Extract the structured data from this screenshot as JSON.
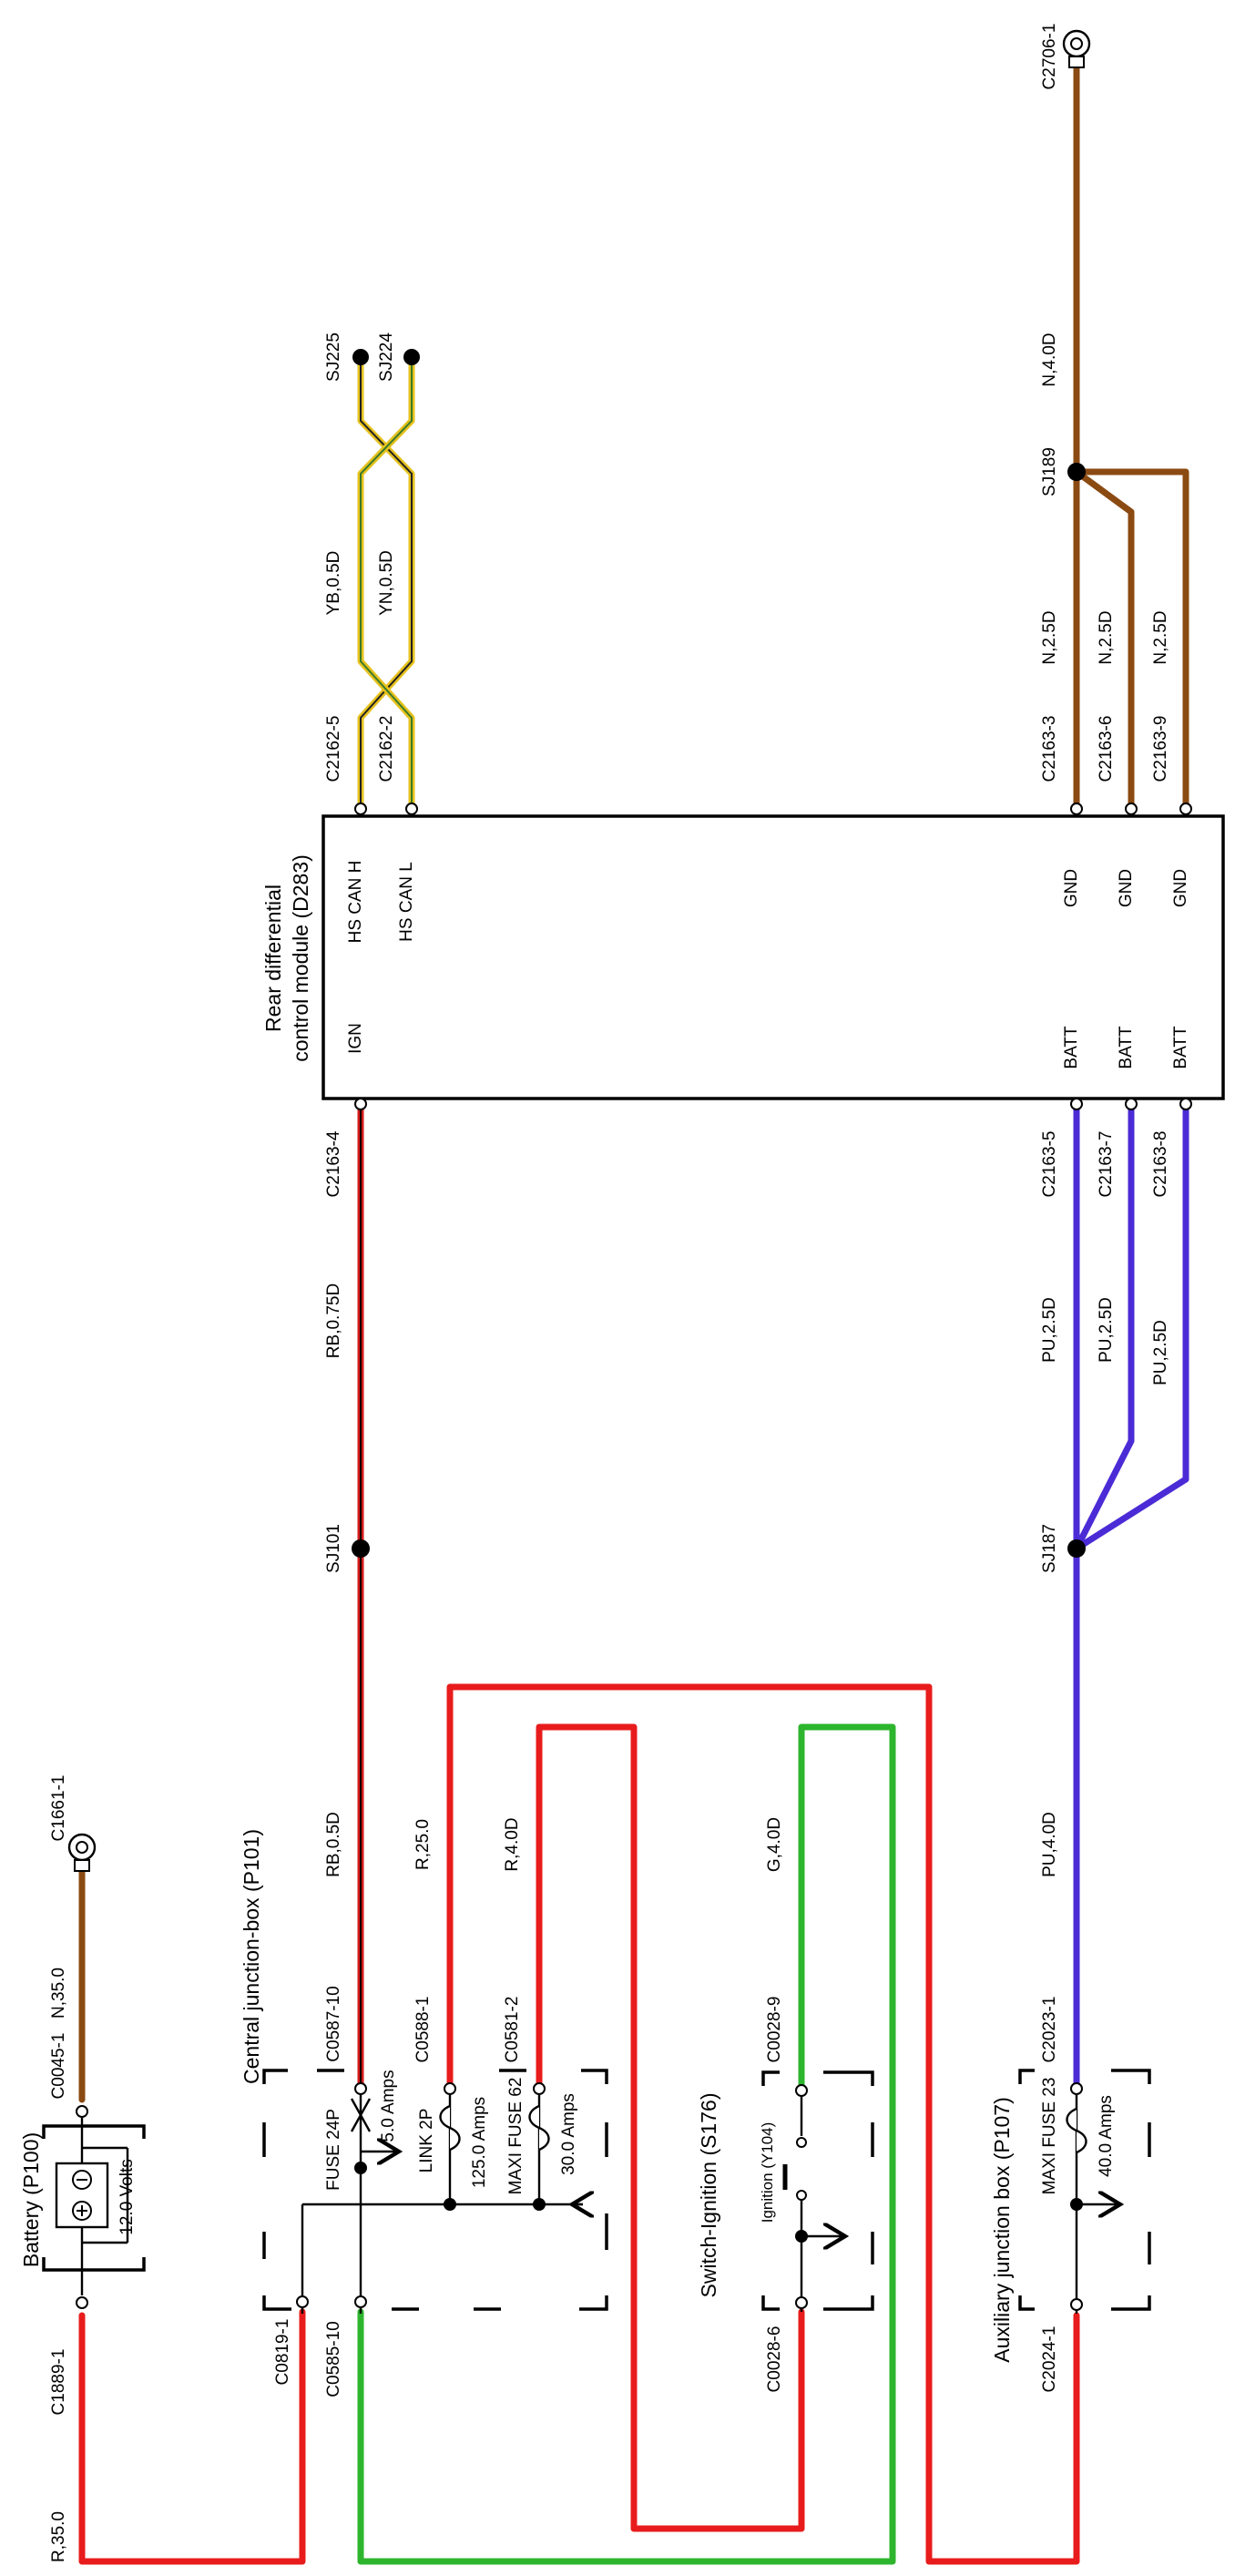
{
  "colors": {
    "red": "#e81c1c",
    "green": "#2db52d",
    "brown": "#8b4a12",
    "purple": "#4b2bd6",
    "yellow": "#e6c21e"
  },
  "components": {
    "battery": {
      "title": "Battery (P100)",
      "voltage": "12.0 Volts"
    },
    "cjb": {
      "title": "Central junction-box (P101)",
      "fuse24": {
        "name": "FUSE 24P",
        "rating": "5.0 Amps"
      },
      "link2": {
        "name": "LINK 2P",
        "rating": "125.0 Amps"
      },
      "maxi62": {
        "name": "MAXI FUSE 62",
        "rating": "30.0 Amps"
      }
    },
    "ignition": {
      "title": "Switch-Ignition (S176)",
      "contact": "Ignition (Y104)"
    },
    "ajb": {
      "title": "Auxiliary junction box (P107)",
      "maxi23": {
        "name": "MAXI FUSE 23",
        "rating": "40.0 Amps"
      }
    },
    "module": {
      "title_line1": "Rear differential",
      "title_line2": "control module (D283)",
      "pins": {
        "ign": "IGN",
        "batt1": "BATT",
        "batt2": "BATT",
        "batt3": "BATT",
        "can_h": "HS CAN H",
        "can_l": "HS CAN L",
        "gnd1": "GND",
        "gnd2": "GND",
        "gnd3": "GND"
      }
    }
  },
  "connectors": {
    "c1889_1": "C1889-1",
    "c0045_1": "C0045-1",
    "c1661_1": "C1661-1",
    "c0819_1": "C0819-1",
    "c0585_10": "C0585-10",
    "c0587_10": "C0587-10",
    "c0588_1": "C0588-1",
    "c0581_2": "C0581-2",
    "c0028_6": "C0028-6",
    "c0028_9": "C0028-9",
    "c2024_1": "C2024-1",
    "c2023_1": "C2023-1",
    "c2163_4": "C2163-4",
    "c2163_5": "C2163-5",
    "c2163_7": "C2163-7",
    "c2163_8": "C2163-8",
    "c2162_5": "C2162-5",
    "c2162_2": "C2162-2",
    "c2163_3": "C2163-3",
    "c2163_6": "C2163-6",
    "c2163_9": "C2163-9",
    "c2706_1": "C2706-1"
  },
  "splices": {
    "sj101": "SJ101",
    "sj187": "SJ187",
    "sj189": "SJ189",
    "sj225": "SJ225",
    "sj224": "SJ224"
  },
  "wires": {
    "r_35": "R,35.0",
    "n_35": "N,35.0",
    "rb_05": "RB,0.5D",
    "rb_075": "RB,0.75D",
    "r_25": "R,25.0",
    "r_4": "R,4.0D",
    "g_4": "G,4.0D",
    "pu_4": "PU,4.0D",
    "pu_25a": "PU,2.5D",
    "pu_25b": "PU,2.5D",
    "pu_25c": "PU,2.5D",
    "yb_05": "YB,0.5D",
    "yn_05": "YN,0.5D",
    "n_25a": "N,2.5D",
    "n_25b": "N,2.5D",
    "n_25c": "N,2.5D",
    "n_4": "N,4.0D"
  }
}
